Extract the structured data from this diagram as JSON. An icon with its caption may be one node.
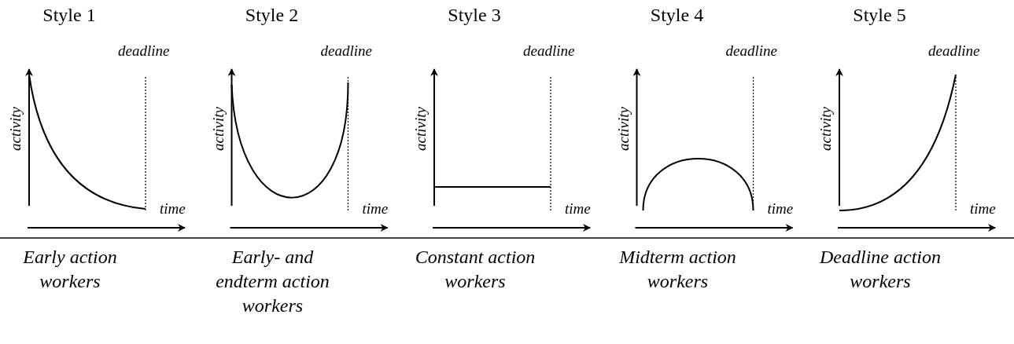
{
  "diagram": {
    "labels": [
      "Style 1",
      "Style 2",
      "Style 3",
      "Style 4",
      "Style 5",
      "deadline",
      "deadline",
      "deadline",
      "deadline",
      "deadline",
      "activity",
      "activity",
      "activity",
      "activity",
      "activity",
      "time",
      "time",
      "time",
      "time",
      "time",
      "Early action workers",
      "Early- and endterm action workers",
      "Constant action workers",
      "Midterm action workers",
      "Deadline action workers"
    ]
  }
}
